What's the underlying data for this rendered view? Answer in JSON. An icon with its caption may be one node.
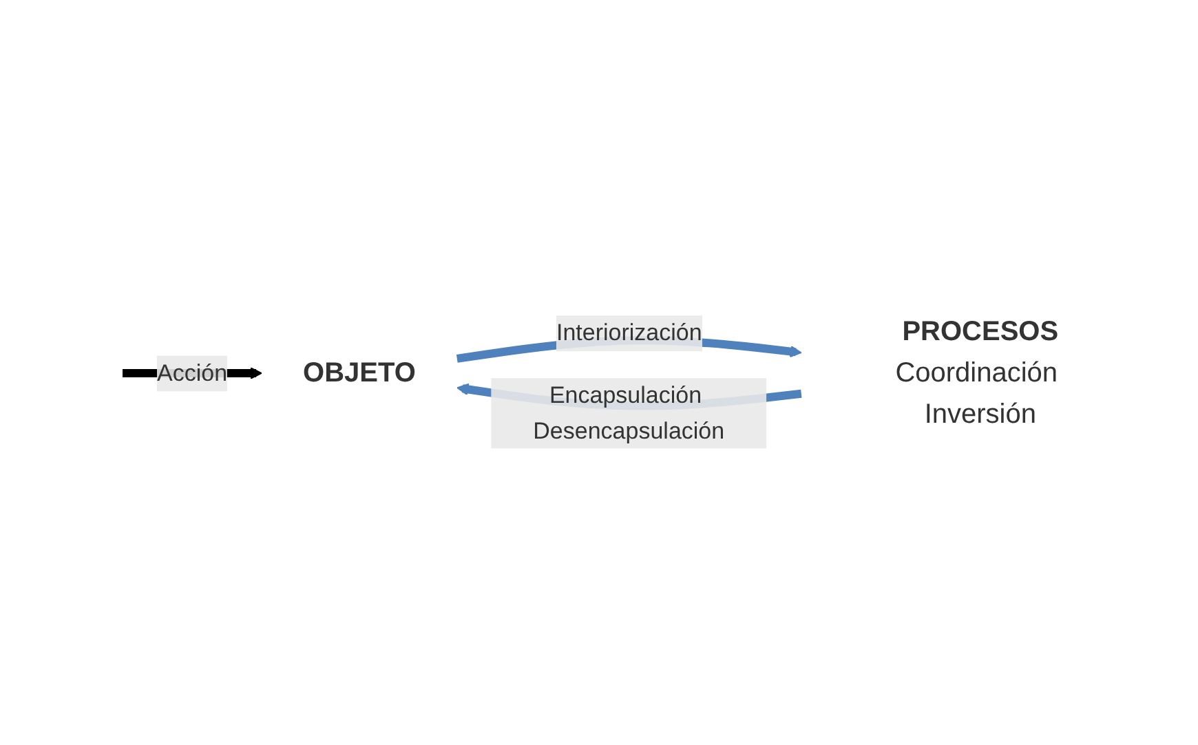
{
  "diagram": {
    "nodes": [
      {
        "text": [
          "OBJETO"
        ]
      },
      {
        "text": [
          "PROCESOS"
        ],
        "beside": [
          "Coordinación Inversión"
        ]
      }
    ],
    "edges": [
      {
        "from": 0,
        "to": 1,
        "arrow": "to",
        "label": "Interiorización"
      },
      {
        "from": 1,
        "to": 0,
        "arrow": "to",
        "label": "Encapsulación Desencapsulación"
      },
      {
        "from": null,
        "to": 0,
        "arrow": "to",
        "label": "Acción",
        "color": "#000000"
      }
    ]
  }
}
